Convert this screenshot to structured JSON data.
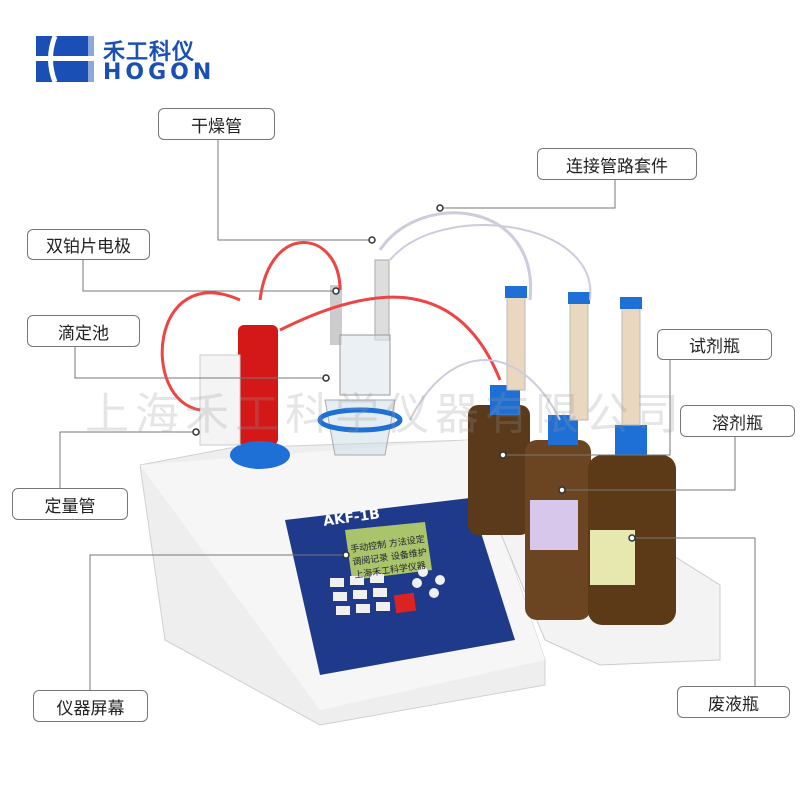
{
  "logo": {
    "cn": "禾工科仪",
    "en": "HOGON",
    "color": "#1a4fb5"
  },
  "watermark": "上海禾工科学仪器有限公司",
  "device": {
    "model": "AKF-1B",
    "screen_lines": [
      "手动控制  方法设定",
      "调阅记录  设备维护",
      "上海禾工科学仪器"
    ],
    "panel_color": "#1f3a8a",
    "screen_color": "#a9c46a"
  },
  "callouts": [
    {
      "id": "drying-tube",
      "label": "干燥管"
    },
    {
      "id": "tubing-kit",
      "label": "连接管路套件"
    },
    {
      "id": "dual-platinum-electrode",
      "label": "双铂片电极"
    },
    {
      "id": "titration-cell",
      "label": "滴定池"
    },
    {
      "id": "reagent-bottle",
      "label": "试剂瓶"
    },
    {
      "id": "solvent-bottle",
      "label": "溶剂瓶"
    },
    {
      "id": "metering-tube",
      "label": "定量管"
    },
    {
      "id": "instrument-screen",
      "label": "仪器屏幕"
    },
    {
      "id": "waste-bottle",
      "label": "废液瓶"
    }
  ]
}
